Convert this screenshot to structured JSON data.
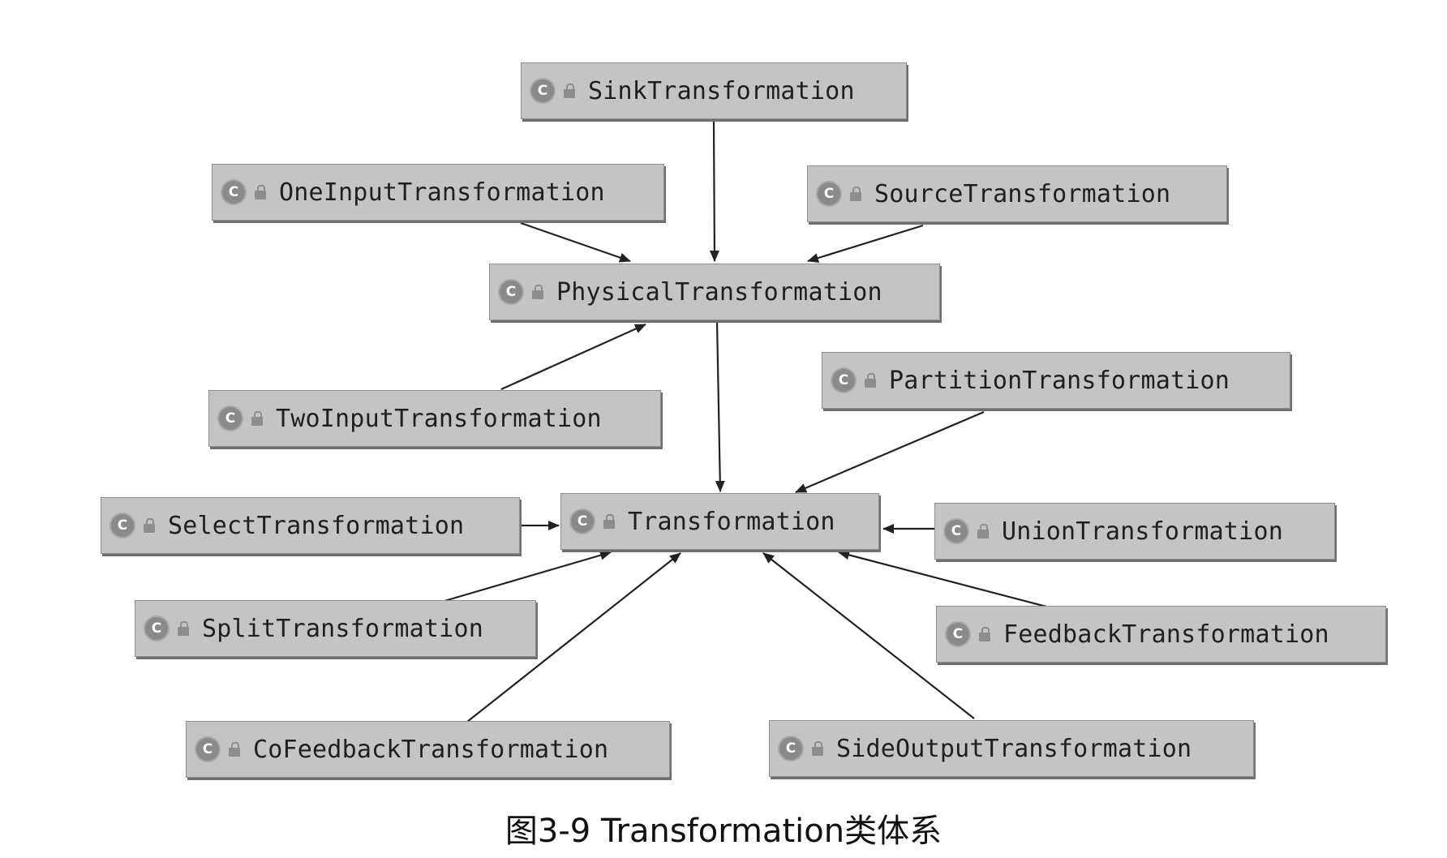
{
  "diagram": {
    "nodes": {
      "sink": {
        "label": "SinkTransformation",
        "icon": "class-icon",
        "modifier_icon": "lock-icon"
      },
      "one_input": {
        "label": "OneInputTransformation",
        "icon": "class-icon",
        "modifier_icon": "lock-icon"
      },
      "source": {
        "label": "SourceTransformation",
        "icon": "class-icon",
        "modifier_icon": "lock-icon"
      },
      "physical": {
        "label": "PhysicalTransformation",
        "icon": "class-icon",
        "modifier_icon": "lock-icon"
      },
      "two_input": {
        "label": "TwoInputTransformation",
        "icon": "class-icon",
        "modifier_icon": "lock-icon"
      },
      "partition": {
        "label": "PartitionTransformation",
        "icon": "class-icon",
        "modifier_icon": "lock-icon"
      },
      "select": {
        "label": "SelectTransformation",
        "icon": "class-icon",
        "modifier_icon": "lock-icon"
      },
      "transformation": {
        "label": "Transformation",
        "icon": "class-icon",
        "modifier_icon": "lock-icon"
      },
      "union": {
        "label": "UnionTransformation",
        "icon": "class-icon",
        "modifier_icon": "lock-icon"
      },
      "split": {
        "label": "SplitTransformation",
        "icon": "class-icon",
        "modifier_icon": "lock-icon"
      },
      "feedback": {
        "label": "FeedbackTransformation",
        "icon": "class-icon",
        "modifier_icon": "lock-icon"
      },
      "co_feedback": {
        "label": "CoFeedbackTransformation",
        "icon": "class-icon",
        "modifier_icon": "lock-icon"
      },
      "side_output": {
        "label": "SideOutputTransformation",
        "icon": "class-icon",
        "modifier_icon": "lock-icon"
      }
    },
    "icon_letter": "C",
    "edges": [
      {
        "from": "sink",
        "to": "physical"
      },
      {
        "from": "one_input",
        "to": "physical"
      },
      {
        "from": "source",
        "to": "physical"
      },
      {
        "from": "two_input",
        "to": "physical"
      },
      {
        "from": "physical",
        "to": "transformation"
      },
      {
        "from": "partition",
        "to": "transformation"
      },
      {
        "from": "select",
        "to": "transformation"
      },
      {
        "from": "union",
        "to": "transformation"
      },
      {
        "from": "split",
        "to": "transformation"
      },
      {
        "from": "feedback",
        "to": "transformation"
      },
      {
        "from": "co_feedback",
        "to": "transformation"
      },
      {
        "from": "side_output",
        "to": "transformation"
      }
    ],
    "colors": {
      "node_fill": "#c4c4c4",
      "node_border": "#8e8e8e",
      "edge": "#222222",
      "icon_fill": "#8a8a8a"
    }
  },
  "caption": "图3-9 Transformation类体系"
}
